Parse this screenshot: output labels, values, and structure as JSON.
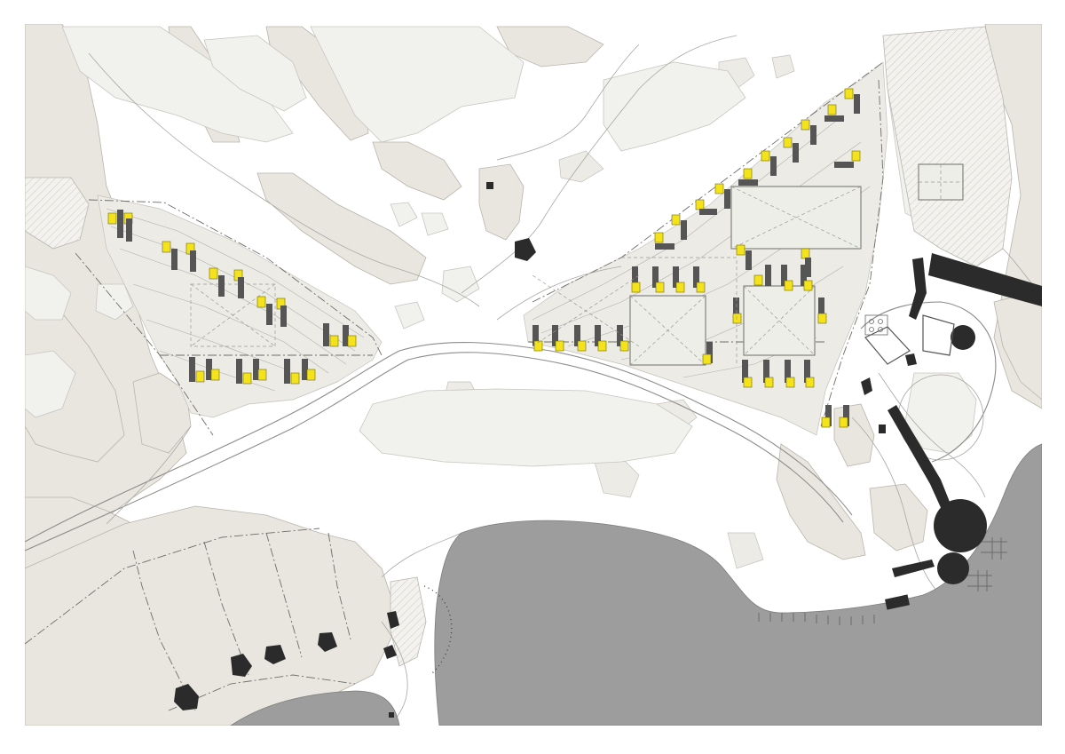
{
  "map": {
    "kind": "site plan",
    "colors": {
      "background": "#ffffff",
      "vegetation": "#e9e6df",
      "lawn": "#f1f1ee",
      "water": "#9d9d9d",
      "buildings": "#2b2b2b",
      "unit_body": "#555555",
      "unit_highlight": "#f4e31a",
      "roads": "#8e8c88",
      "parcel_lines": "#6f6d69"
    },
    "features": {
      "housing_units_west": 18,
      "housing_units_east": 40,
      "courtyards": 4,
      "villas_south": 6,
      "piers": 3
    }
  }
}
